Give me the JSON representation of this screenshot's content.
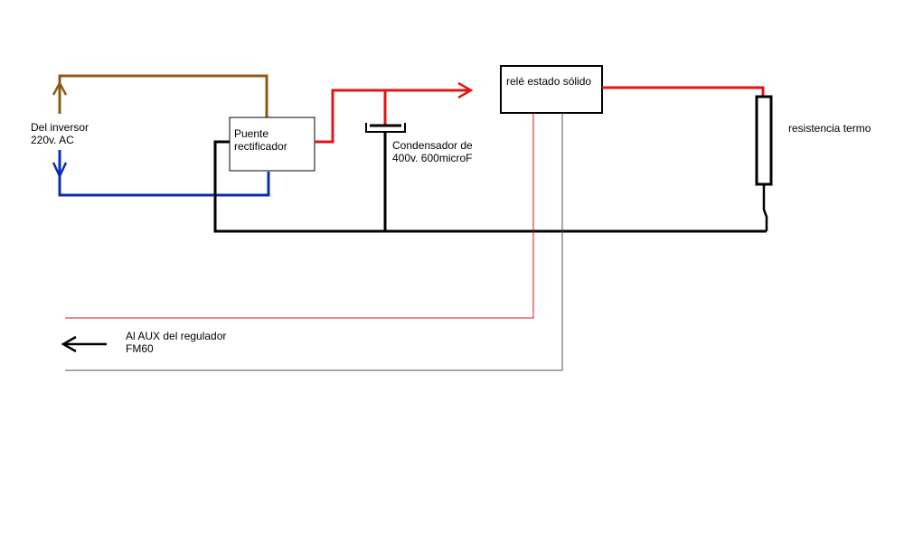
{
  "colors": {
    "ac_live": "#8B5A16",
    "ac_neutral": "#0A2DB5",
    "dc_positive": "#E01515",
    "ground": "#000000",
    "signal_positive": "#E01515",
    "signal_negative": "#555555"
  },
  "labels": {
    "source_line1": "Del inversor",
    "source_line2": "220v. AC",
    "rectifier_line1": "Puente",
    "rectifier_line2": "rectificador",
    "capacitor_line1": "Condensador de",
    "capacitor_line2": "400v. 600microF",
    "relay": "relé estado sólido",
    "heater": "resistencia termo",
    "aux_line1": "Al AUX del regulador",
    "aux_line2": "FM60"
  }
}
